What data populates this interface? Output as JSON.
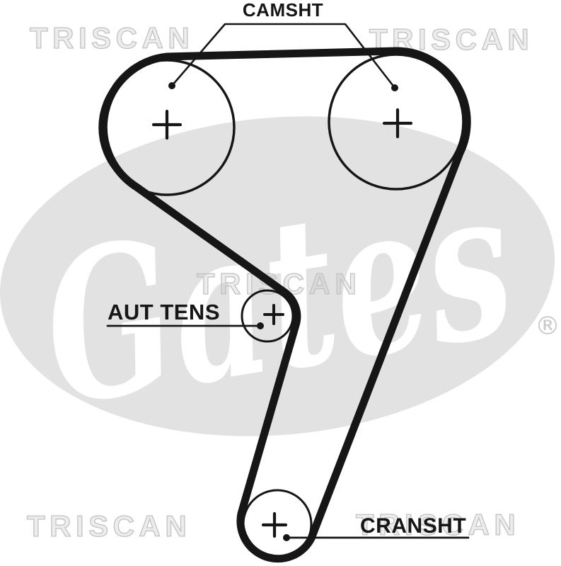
{
  "image_title": "Timing belt routing diagram",
  "labels": {
    "camshaft": "CAMSHT",
    "tensioner": "AUT TENS",
    "crankshaft": "CRANSHT"
  },
  "watermarks": {
    "triscan": "TRISCAN",
    "gates": "Gates",
    "registered": "®"
  },
  "colors": {
    "background": "#ffffff",
    "ink": "#161616",
    "watermark_blob": "#e2e2e2",
    "watermark_text": "#ffffff",
    "triscan_outline": "#c2c2c2",
    "registered_gray": "#c9c9c9"
  }
}
